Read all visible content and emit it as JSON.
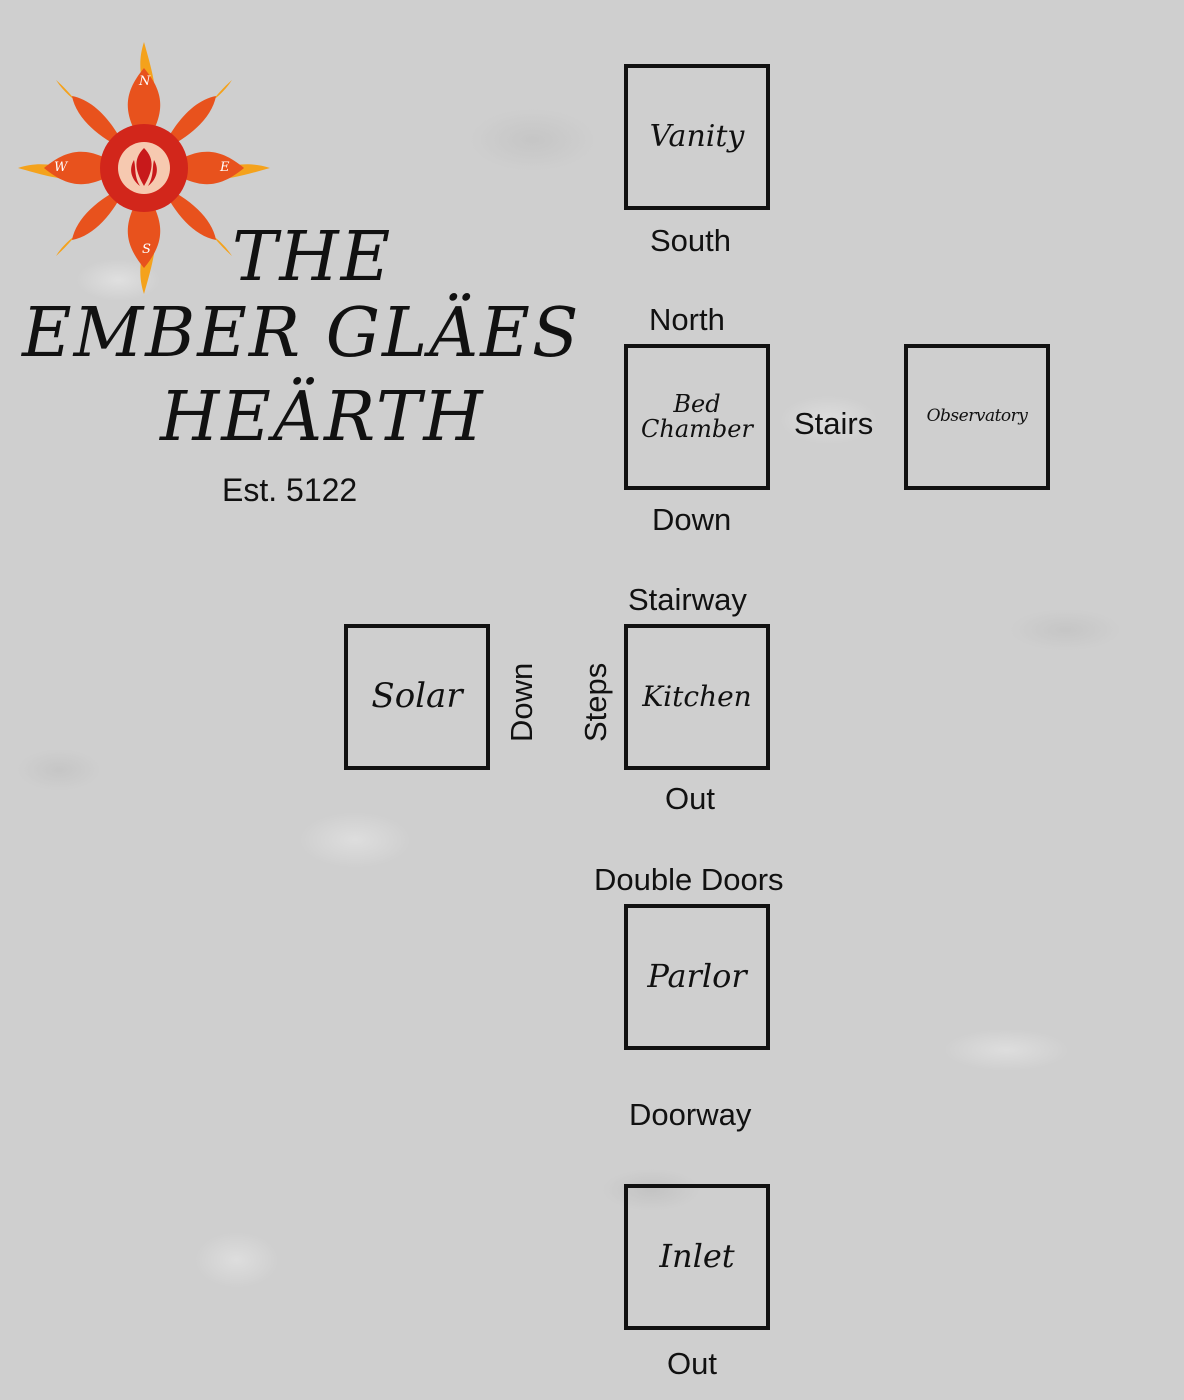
{
  "logo": {
    "compass_letters": {
      "north": "N",
      "east": "E",
      "south": "S",
      "west": "W"
    },
    "title_line1": "THE",
    "title_line2": "EMBER GLÄES",
    "title_line3": "HEÄRTH",
    "established": "Est. 5122",
    "colors": {
      "flame_outer": "#f4a21c",
      "flame_mid": "#e8521d",
      "flame_inner": "#c8191b"
    }
  },
  "rooms": {
    "vanity": "Vanity",
    "bedchamber_line1": "Bed",
    "bedchamber_line2": "Chamber",
    "observatory": "Observatory",
    "solar": "Solar",
    "kitchen": "Kitchen",
    "parlor": "Parlor",
    "inlet": "Inlet"
  },
  "connections": {
    "vanity_bottom": "South",
    "bedchamber_top": "North",
    "bedchamber_right": "Stairs",
    "bedchamber_bottom": "Down",
    "kitchen_top": "Stairway",
    "solar_right": "Down",
    "kitchen_left": "Steps",
    "kitchen_bottom": "Out",
    "parlor_top": "Double Doors",
    "parlor_bottom": "Doorway",
    "inlet_bottom": "Out"
  }
}
